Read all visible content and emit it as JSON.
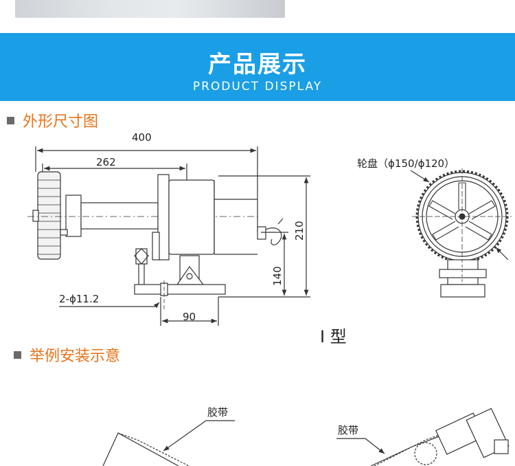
{
  "banner": {
    "title": "产品展示",
    "subtitle": "PRODUCT DISPLAY",
    "color": "#1a9ee6"
  },
  "section1": {
    "title": "外形尺寸图",
    "accent": "#e8731a"
  },
  "section2": {
    "title": "举例安装示意"
  },
  "drawing": {
    "dim_400": "400",
    "dim_262": "262",
    "dim_210": "210",
    "dim_140": "140",
    "dim_90": "90",
    "hole_label": "2-ϕ11.2",
    "wheel_label": "轮盘（ϕ150/ϕ120）",
    "type_label": "I 型"
  },
  "install": {
    "belt_label_left": "胶带",
    "belt_label_right": "胶带"
  }
}
